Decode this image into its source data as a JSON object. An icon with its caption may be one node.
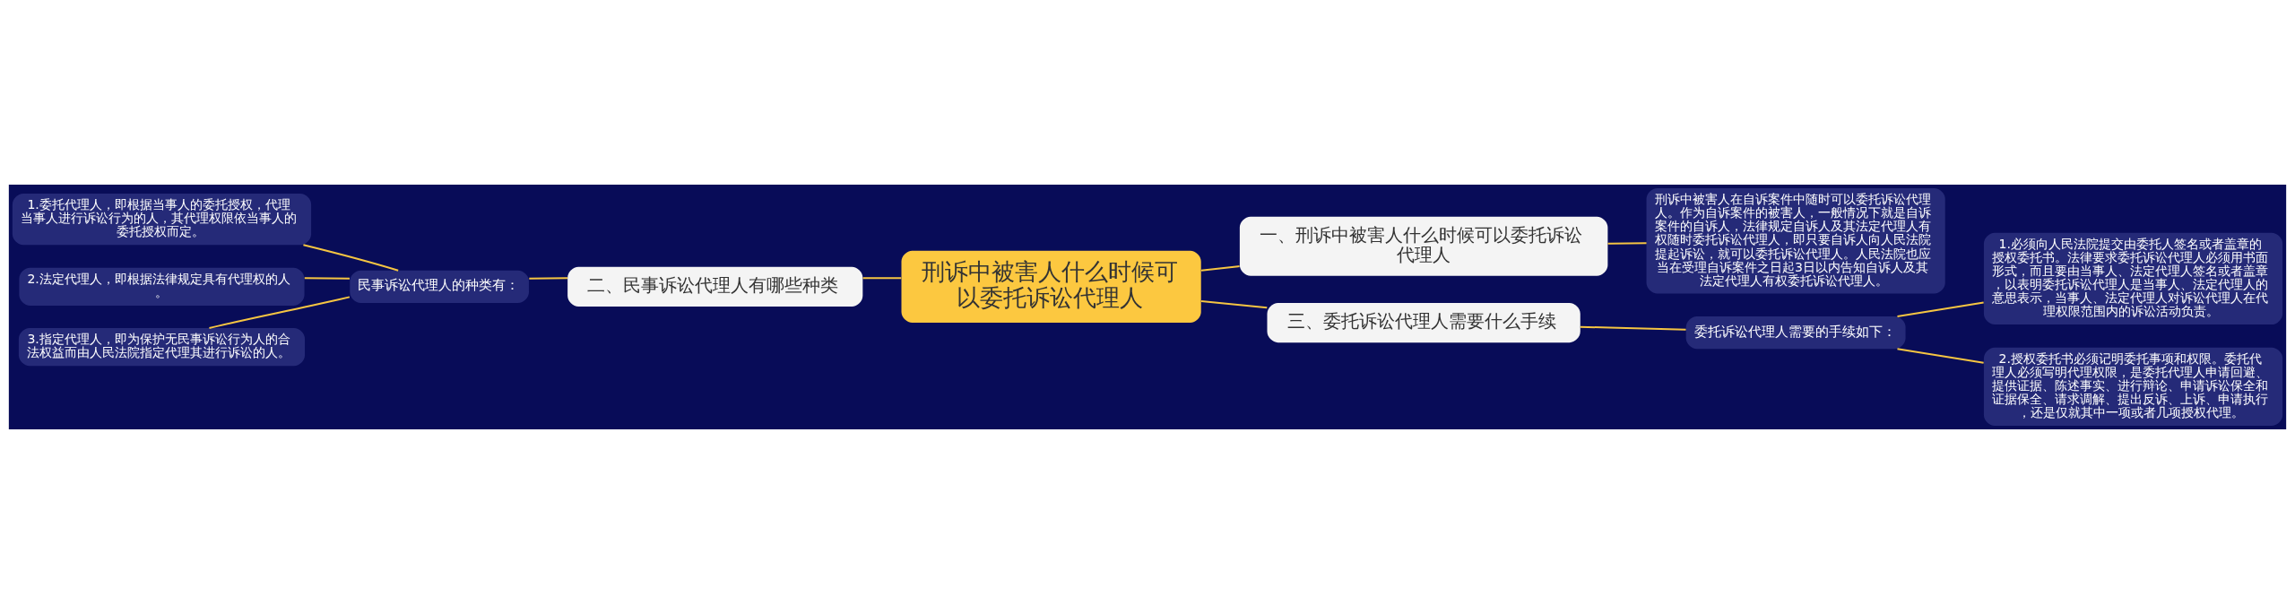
{
  "diagram": {
    "nodes": [
      {
        "text": [
          "刑诉中被害人什么时候可以委托诉讼代理人"
        ]
      },
      {
        "text": [
          "一、刑诉中被害人什么时候可以委托诉讼代理人"
        ]
      },
      {
        "text": [
          "刑诉中被害人在自诉案件中随时可以委托诉讼代理人。作为自诉案件的被害人，一般情况下就是自诉案件的自诉人，法律规定自诉人及其法定代理人有权随时委托诉讼代理人，即只要自诉人向人民法院提起诉讼，就可以委托诉讼代理人。人民法院也应当在受理自诉案件之日起3日以内告知自诉人及其法定代理人有权委托诉讼代理人。"
        ]
      },
      {
        "text": [
          "二、民事诉讼代理人有哪些种类"
        ]
      },
      {
        "text": [
          "民事诉讼代理人的种类有："
        ]
      },
      {
        "text": [
          "1.委托代理人，即根据当事人的委托授权，代理当事人进行诉讼行为的人，其代理权限依当事人的委托授权而定。"
        ]
      },
      {
        "text": [
          "2.法定代理人，即根据法律规定具有代理权的人。"
        ]
      },
      {
        "text": [
          "3.指定代理人，即为保护无民事诉讼行为人的合法权益而由人民法院指定代理其进行诉讼的人。"
        ]
      },
      {
        "text": [
          "三、委托诉讼代理人需要什么手续"
        ]
      },
      {
        "text": [
          "委托诉讼代理人需要的手续如下："
        ]
      },
      {
        "text": [
          "1.必须向人民法院提交由委托人签名或者盖章的授权委托书。法律要求委托诉讼代理人必须用书面形式，而且要由当事人、法定代理人签名或者盖章，以表明委托诉讼代理人是当事人、法定代理人的意思表示，当事人、法定代理人对诉讼代理人在代理权限范围内的诉讼活动负责。"
        ]
      },
      {
        "text": [
          "2.授权委托书必须记明委托事项和权限。委托代理人必须写明代理权限，是委托代理人申请回避、提供证据、陈述事实、进行辩论、申请诉讼保全和证据保全、请求调解、提出反诉、上诉、申请执行，还是仅就其中一项或者几项授权代理。"
        ]
      }
    ],
    "edges": [
      {
        "from": 0,
        "to": 1,
        "arrow": "none"
      },
      {
        "from": 1,
        "to": 2,
        "arrow": "none"
      },
      {
        "from": 0,
        "to": 3,
        "arrow": "none"
      },
      {
        "from": 3,
        "to": 4,
        "arrow": "none"
      },
      {
        "from": 4,
        "to": 5,
        "arrow": "none"
      },
      {
        "from": 4,
        "to": 6,
        "arrow": "none"
      },
      {
        "from": 4,
        "to": 7,
        "arrow": "none"
      },
      {
        "from": 0,
        "to": 8,
        "arrow": "none"
      },
      {
        "from": 8,
        "to": 9,
        "arrow": "none"
      },
      {
        "from": 9,
        "to": 10,
        "arrow": "none"
      },
      {
        "from": 9,
        "to": 11,
        "arrow": "none"
      }
    ]
  }
}
